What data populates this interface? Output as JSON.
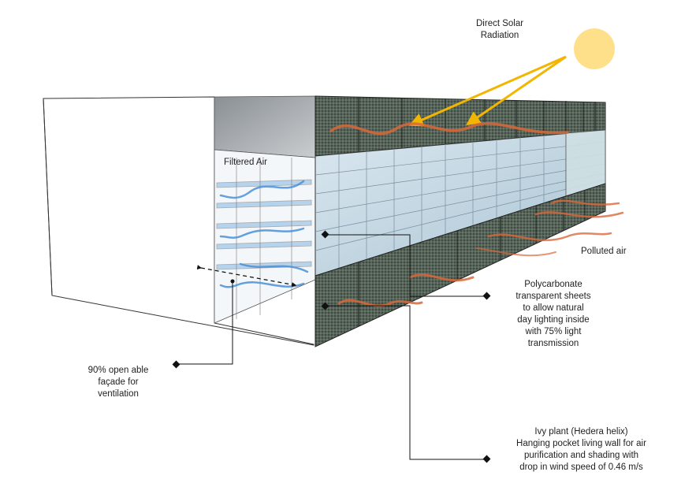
{
  "labels": {
    "solar": [
      "Direct Solar",
      "Radiation"
    ],
    "filtered_air": "Filtered Air",
    "polluted_air": "Polluted air",
    "polycarbonate": [
      "Polycarbonate",
      "transparent sheets",
      "to allow natural",
      "day lighting inside",
      "with 75% light",
      "transmission"
    ],
    "facade": [
      "90% open able",
      "façade for",
      "ventilation"
    ],
    "ivy": [
      "Ivy plant (Hedera helix)",
      "Hanging pocket living wall for air",
      "purification and shading with",
      "drop in wind speed of 0.46 m/s"
    ]
  },
  "colors": {
    "sun": "#FFE08A",
    "solar_arrow": "#F2B600",
    "warm_air": "#D9693A",
    "filtered_air": "#4A90D9",
    "vegetation": "#3B4A3B",
    "glass": "#BFD6E4"
  }
}
